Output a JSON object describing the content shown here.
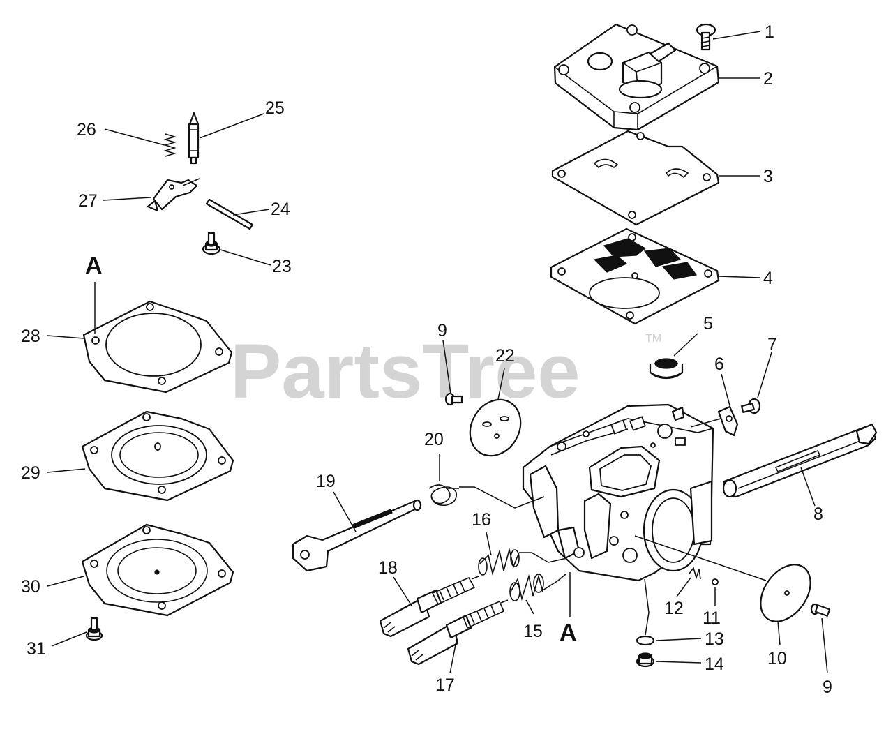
{
  "watermark": {
    "text": "PartsTree",
    "trademark": "TM"
  },
  "callouts": {
    "c1": "1",
    "c2": "2",
    "c3": "3",
    "c4": "4",
    "c5": "5",
    "c6": "6",
    "c7": "7",
    "c8": "8",
    "c9a": "9",
    "c9b": "9",
    "c10": "10",
    "c11": "11",
    "c12": "12",
    "c13": "13",
    "c14": "14",
    "c15": "15",
    "c16": "16",
    "c17": "17",
    "c18": "18",
    "c19": "19",
    "c20": "20",
    "c22": "22",
    "c23": "23",
    "c24": "24",
    "c25": "25",
    "c26": "26",
    "c27": "27",
    "c28": "28",
    "c29": "29",
    "c30": "30",
    "c31": "31"
  },
  "reference_marks": {
    "a_top": "A",
    "a_bottom": "A"
  }
}
